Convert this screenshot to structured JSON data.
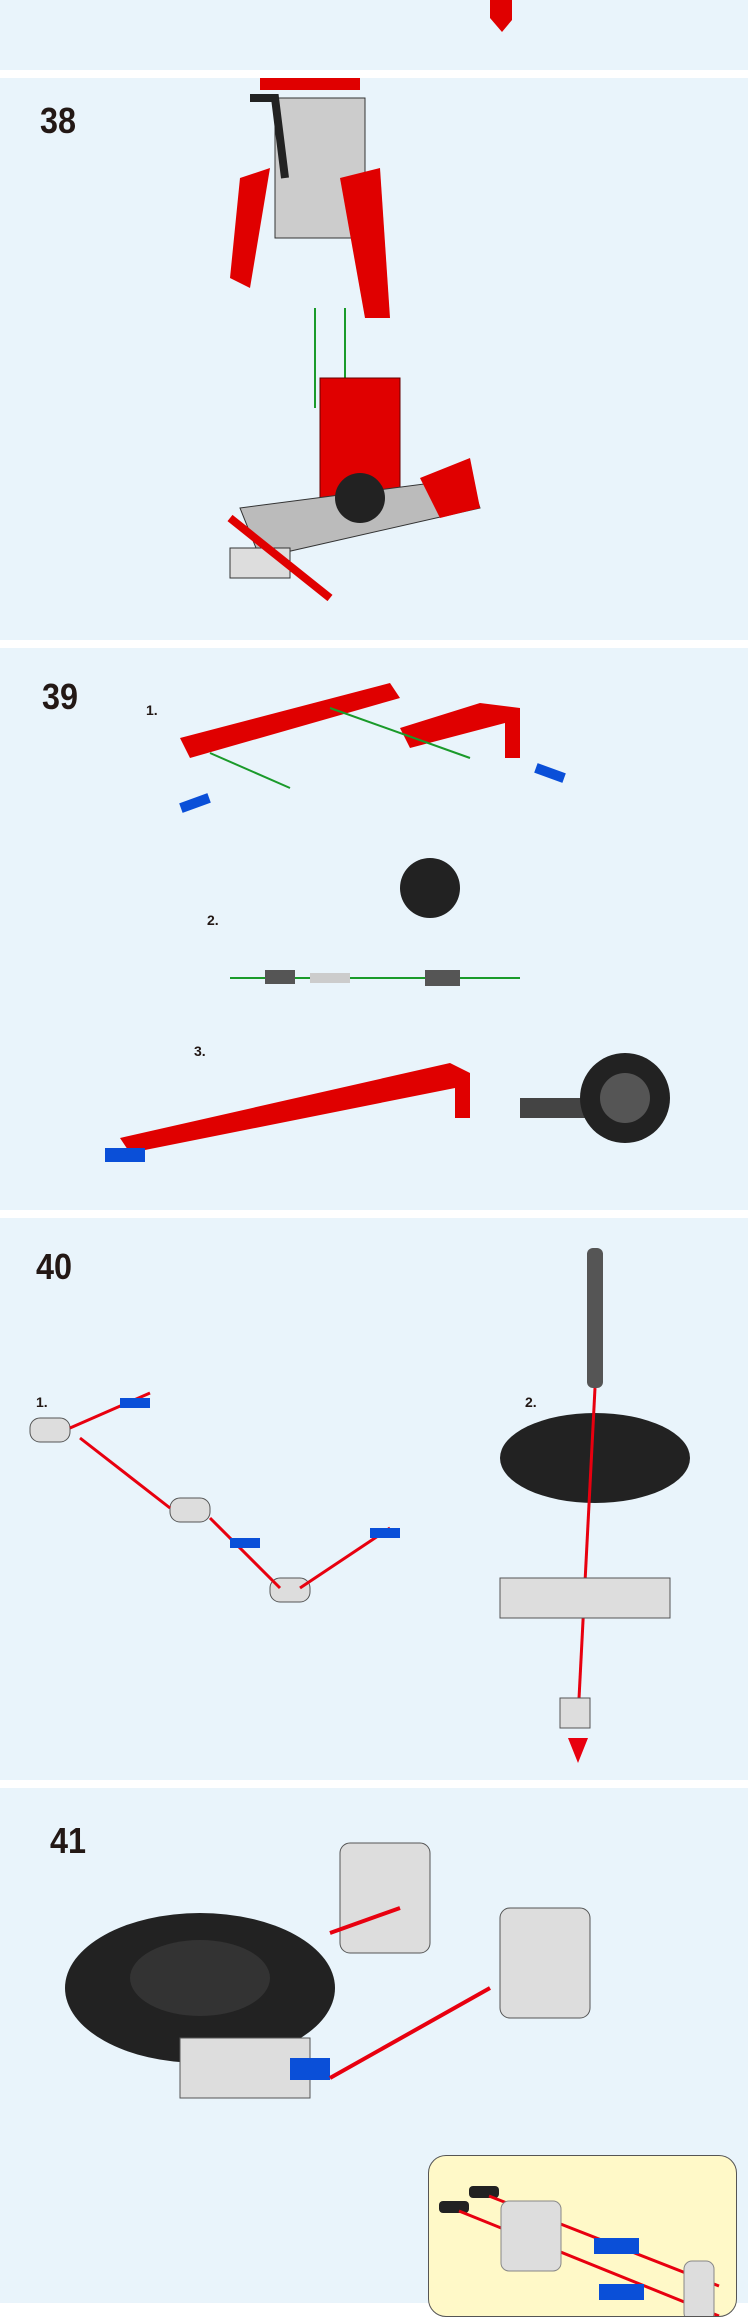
{
  "steps": [
    {
      "number": "38"
    },
    {
      "number": "39",
      "substeps": [
        "1.",
        "2.",
        "3."
      ]
    },
    {
      "number": "40",
      "substeps": [
        "1.",
        "2."
      ]
    },
    {
      "number": "41"
    }
  ],
  "colors": {
    "panel_bg": "#e9f4fb",
    "callout_bg": "#fff9c8",
    "brick_red": "#e00000",
    "pin_blue": "#0a4fd8",
    "arrow_red": "#e8000f",
    "arrow_green": "#1a9a2a"
  }
}
